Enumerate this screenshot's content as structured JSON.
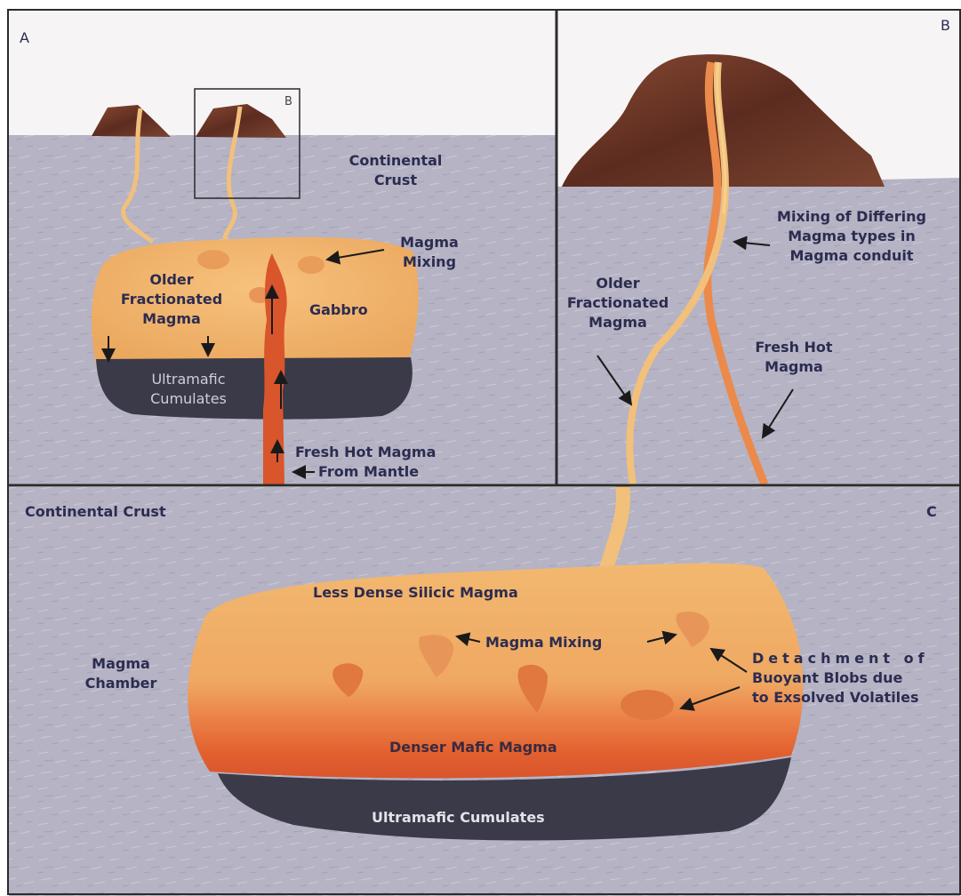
{
  "panels": {
    "a": "A",
    "b": "B",
    "b_inset": "B",
    "c": "C"
  },
  "labels_a": {
    "continental_crust": [
      "Continental",
      "Crust"
    ],
    "magma_mixing": [
      "Magma",
      "Mixing"
    ],
    "older_fractionated": [
      "Older",
      "Fractionated",
      "Magma"
    ],
    "gabbro": "Gabbro",
    "ultramafic": [
      "Ultramafic",
      "Cumulates"
    ],
    "fresh_hot": [
      "Fresh Hot Magma",
      "From Mantle"
    ]
  },
  "labels_b": {
    "mixing_differing": [
      "Mixing of Differing",
      "Magma types in",
      "Magma conduit"
    ],
    "older_fractionated": [
      "Older",
      "Fractionated",
      "Magma"
    ],
    "fresh_hot": [
      "Fresh Hot",
      "Magma"
    ]
  },
  "labels_c": {
    "continental_crust": "Continental Crust",
    "less_dense": "Less Dense Silicic Magma",
    "magma_mixing": "Magma Mixing",
    "magma_chamber": [
      "Magma",
      "Chamber"
    ],
    "detachment": [
      "Detachment  of",
      "Buoyant Blobs due",
      "to Exsolved Volatiles"
    ],
    "denser_mafic": "Denser Mafic Magma",
    "ultramafic": "Ultramafic Cumulates"
  },
  "colors": {
    "crust": "#b5b3c4",
    "sky": "#f7f4f6",
    "magma_light": "#f0b46c",
    "magma_dense": "#e8643a",
    "cumulates": "#3a3a48",
    "volcano": "#6e3a2a",
    "frame": "#2b2b2b"
  }
}
